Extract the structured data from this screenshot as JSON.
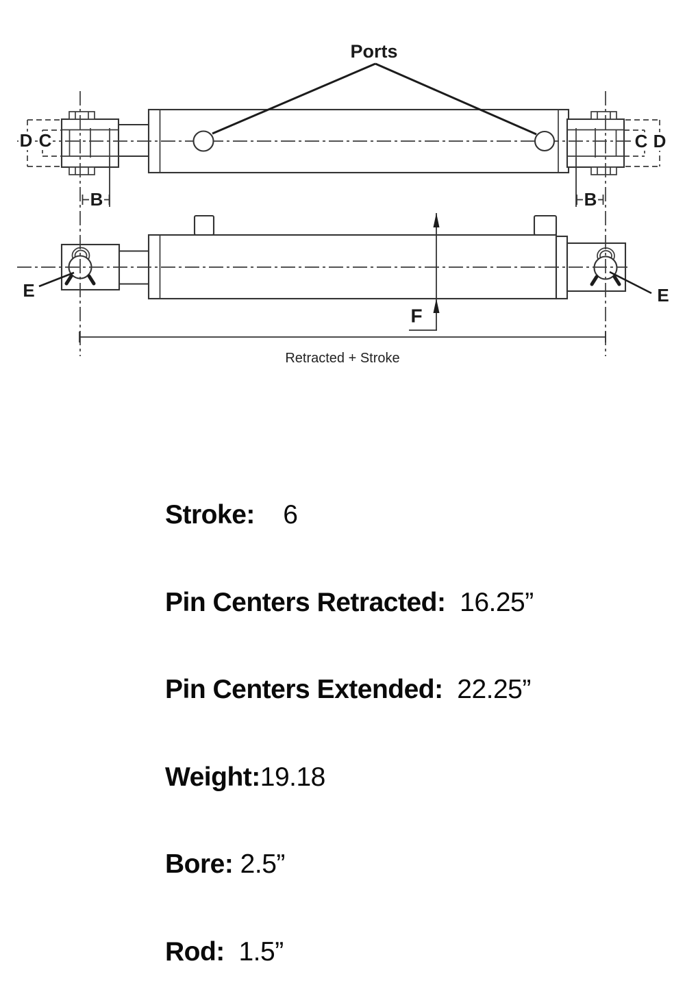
{
  "drawing": {
    "ports_label": "Ports",
    "dim_overall_label": "Retracted + Stroke",
    "labels": {
      "d_left": "D",
      "c_left": "C",
      "b_left": "B",
      "c_right": "C",
      "d_right": "D",
      "b_right": "B",
      "e_left": "E",
      "e_right": "E",
      "f": "F"
    }
  },
  "specs": {
    "rows": [
      {
        "label": "Stroke:",
        "value": "    6"
      },
      {
        "label": "Pin Centers Retracted:",
        "value": "  16.25”"
      },
      {
        "label": "Pin Centers Extended:",
        "value": "  22.25”"
      },
      {
        "label": "Weight:",
        "value": "19.18"
      },
      {
        "label": "Bore:",
        "value": " 2.5”"
      },
      {
        "label": "Rod:",
        "value": "  1.5”"
      }
    ]
  },
  "colors": {
    "line": "#333333",
    "label_text": "#1a1a1a",
    "spec_text": "#0a0a0a",
    "background": "#ffffff"
  }
}
